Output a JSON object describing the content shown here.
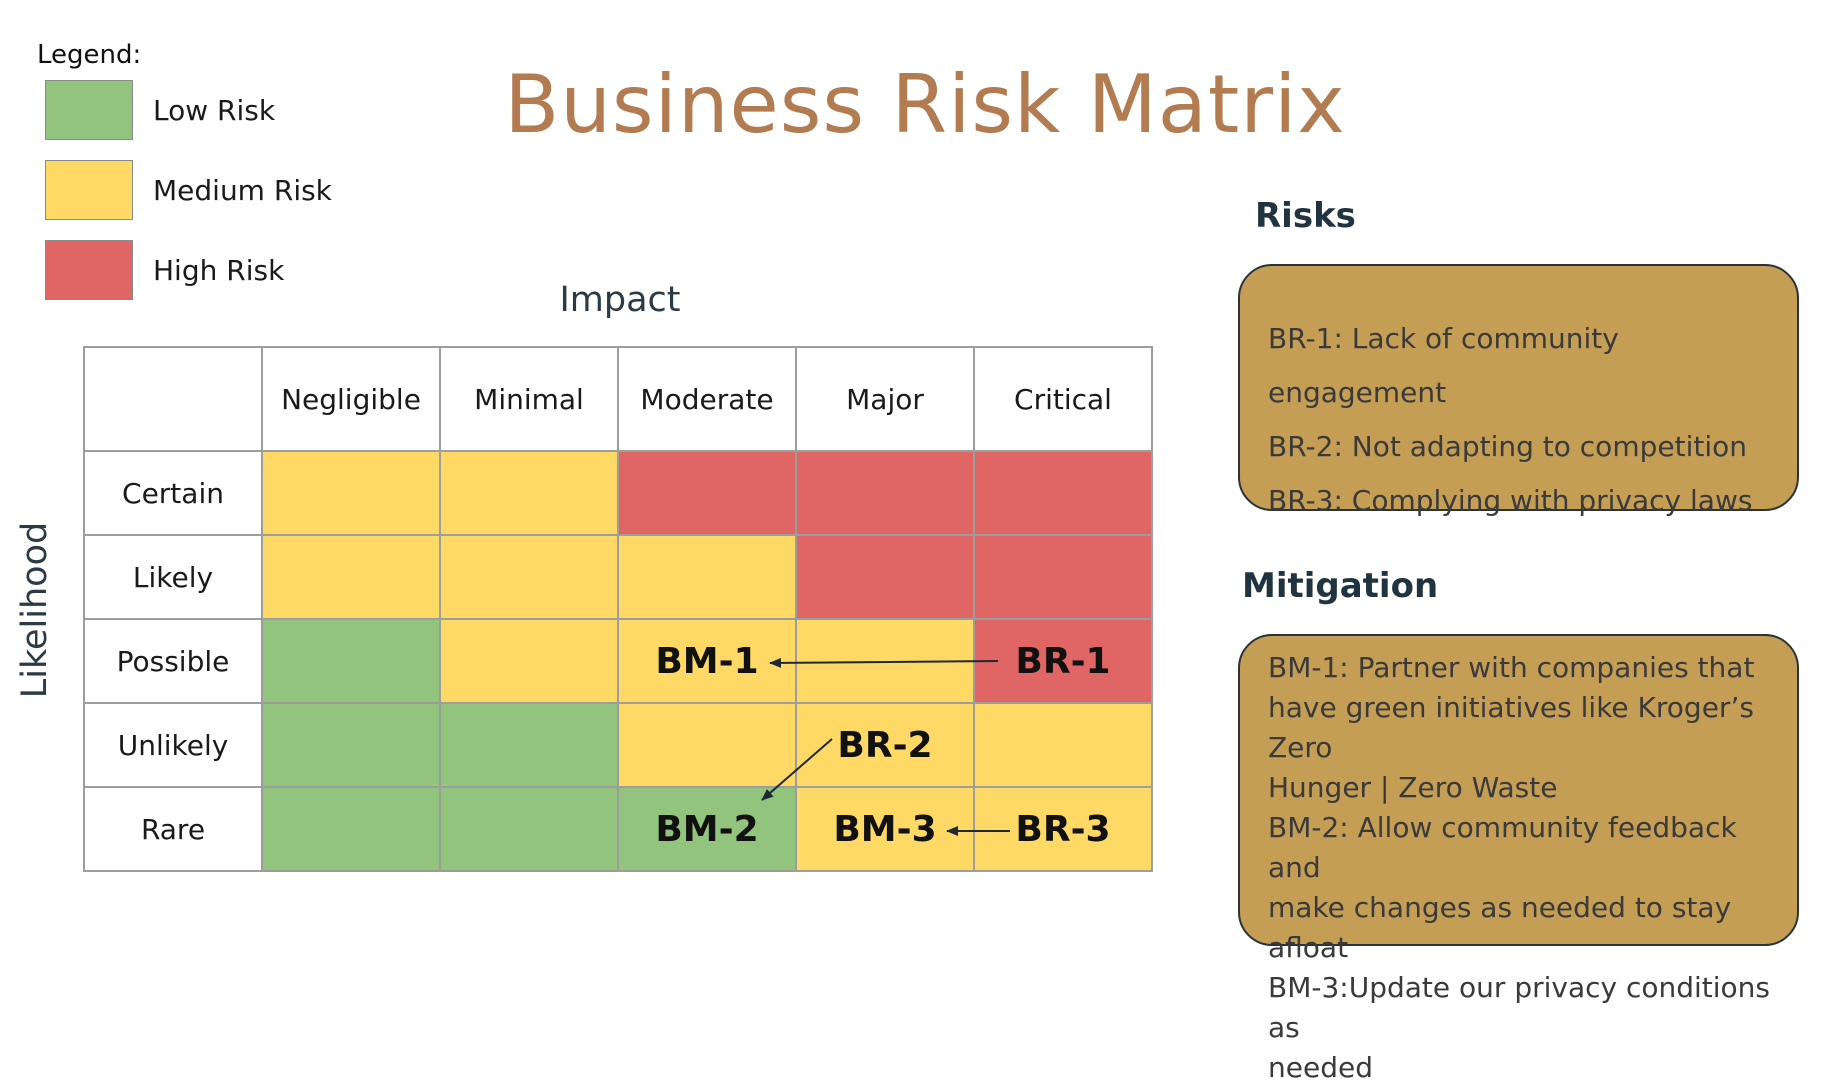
{
  "title": "Business Risk Matrix",
  "legend": {
    "title": "Legend:",
    "items": [
      {
        "label": "Low Risk",
        "color": "#93c47d"
      },
      {
        "label": "Medium Risk",
        "color": "#ffd966"
      },
      {
        "label": "High Risk",
        "color": "#e06666"
      }
    ]
  },
  "matrix": {
    "impact_label": "Impact",
    "likelihood_label": "Likelihood",
    "columns": [
      "Negligible",
      "Minimal",
      "Moderate",
      "Major",
      "Critical"
    ],
    "rows": [
      {
        "label": "Certain",
        "cells": [
          {
            "level": "medium",
            "text": ""
          },
          {
            "level": "medium",
            "text": ""
          },
          {
            "level": "high",
            "text": ""
          },
          {
            "level": "high",
            "text": ""
          },
          {
            "level": "high",
            "text": ""
          }
        ]
      },
      {
        "label": "Likely",
        "cells": [
          {
            "level": "medium",
            "text": ""
          },
          {
            "level": "medium",
            "text": ""
          },
          {
            "level": "medium",
            "text": ""
          },
          {
            "level": "high",
            "text": ""
          },
          {
            "level": "high",
            "text": ""
          }
        ]
      },
      {
        "label": "Possible",
        "cells": [
          {
            "level": "low",
            "text": ""
          },
          {
            "level": "medium",
            "text": ""
          },
          {
            "level": "medium",
            "text": "BM-1"
          },
          {
            "level": "medium",
            "text": ""
          },
          {
            "level": "high",
            "text": "BR-1"
          }
        ]
      },
      {
        "label": "Unlikely",
        "cells": [
          {
            "level": "low",
            "text": ""
          },
          {
            "level": "low",
            "text": ""
          },
          {
            "level": "medium",
            "text": ""
          },
          {
            "level": "medium",
            "text": "BR-2"
          },
          {
            "level": "medium",
            "text": ""
          }
        ]
      },
      {
        "label": "Rare",
        "cells": [
          {
            "level": "low",
            "text": ""
          },
          {
            "level": "low",
            "text": ""
          },
          {
            "level": "low",
            "text": "BM-2"
          },
          {
            "level": "medium",
            "text": "BM-3"
          },
          {
            "level": "medium",
            "text": "BR-3"
          }
        ]
      }
    ],
    "colors": {
      "low": "#93c47d",
      "medium": "#ffd966",
      "high": "#e06666"
    },
    "arrows": [
      {
        "from": "BR-1",
        "to": "BM-1"
      },
      {
        "from": "BR-2",
        "to": "BM-2"
      },
      {
        "from": "BR-3",
        "to": "BM-3"
      }
    ]
  },
  "risks": {
    "heading": "Risks",
    "items": [
      "BR-1: Lack of community engagement",
      "BR-2: Not adapting to competition",
      "BR-3: Complying with privacy laws"
    ]
  },
  "mitigation": {
    "heading": "Mitigation",
    "lines": [
      "BM-1: Partner with companies that",
      "have green initiatives like Kroger’s Zero",
      "Hunger | Zero Waste",
      "BM-2: Allow community feedback and",
      "make changes as needed to stay afloat",
      "BM-3:Update our privacy conditions as",
      "needed"
    ]
  }
}
